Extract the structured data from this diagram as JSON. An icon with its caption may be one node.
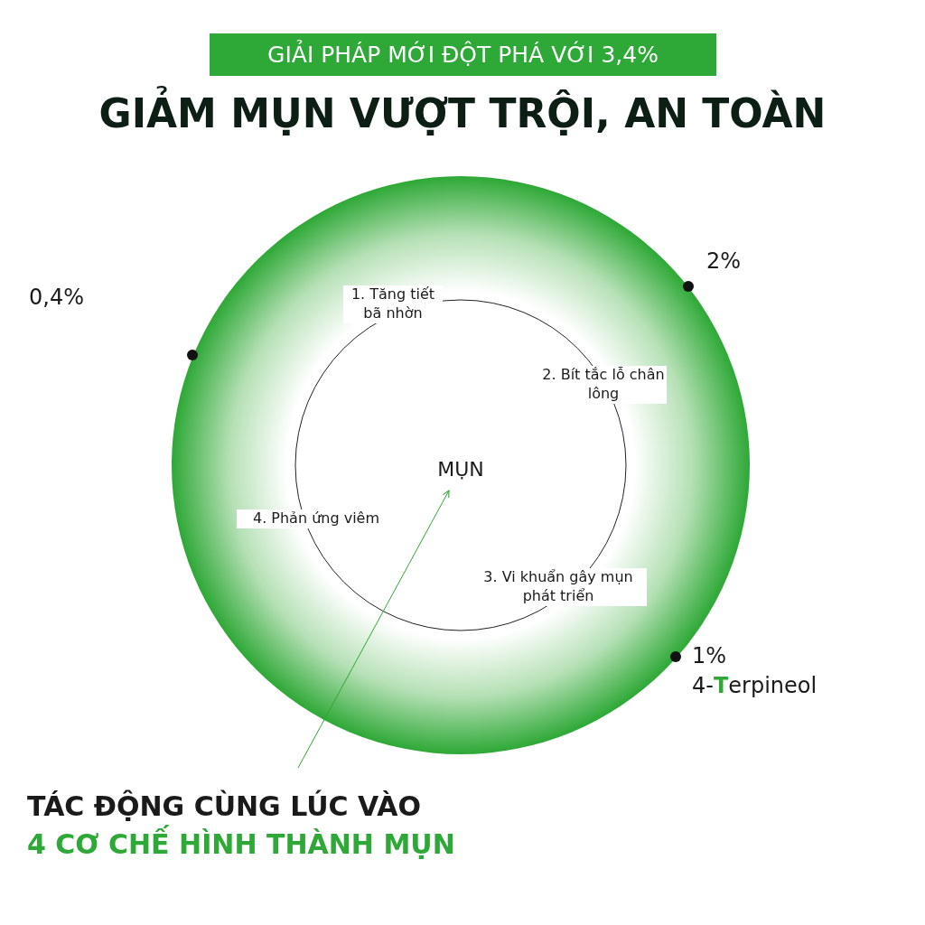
{
  "diagram": {
    "title": "GIẢM MỤN VƯỢT TRỘI, AN TOÀN",
    "nodes": [
      {
        "text": [
          "TÁC ĐỘNG CÙNG LÚC VÀO",
          "4 CƠ CHẾ HÌNH THÀNH MỤN"
        ]
      },
      {
        "text": [
          "MỤN"
        ]
      }
    ],
    "edges": [
      {
        "from": 0,
        "to": 1,
        "arrow": "to"
      }
    ],
    "labels": [
      "GIẢI PHÁP MỚI ĐỘT PHÁ VỚI 3,4%",
      "2%",
      "0,4%",
      "1. Tăng tiết bã nhờn",
      "2. Bít tắc lỗ chân lông",
      "4. Phản ứng viêm",
      "3. Vi khuẩn gây mụn phát triển",
      "1%",
      "4-**T**erpineol"
    ]
  }
}
